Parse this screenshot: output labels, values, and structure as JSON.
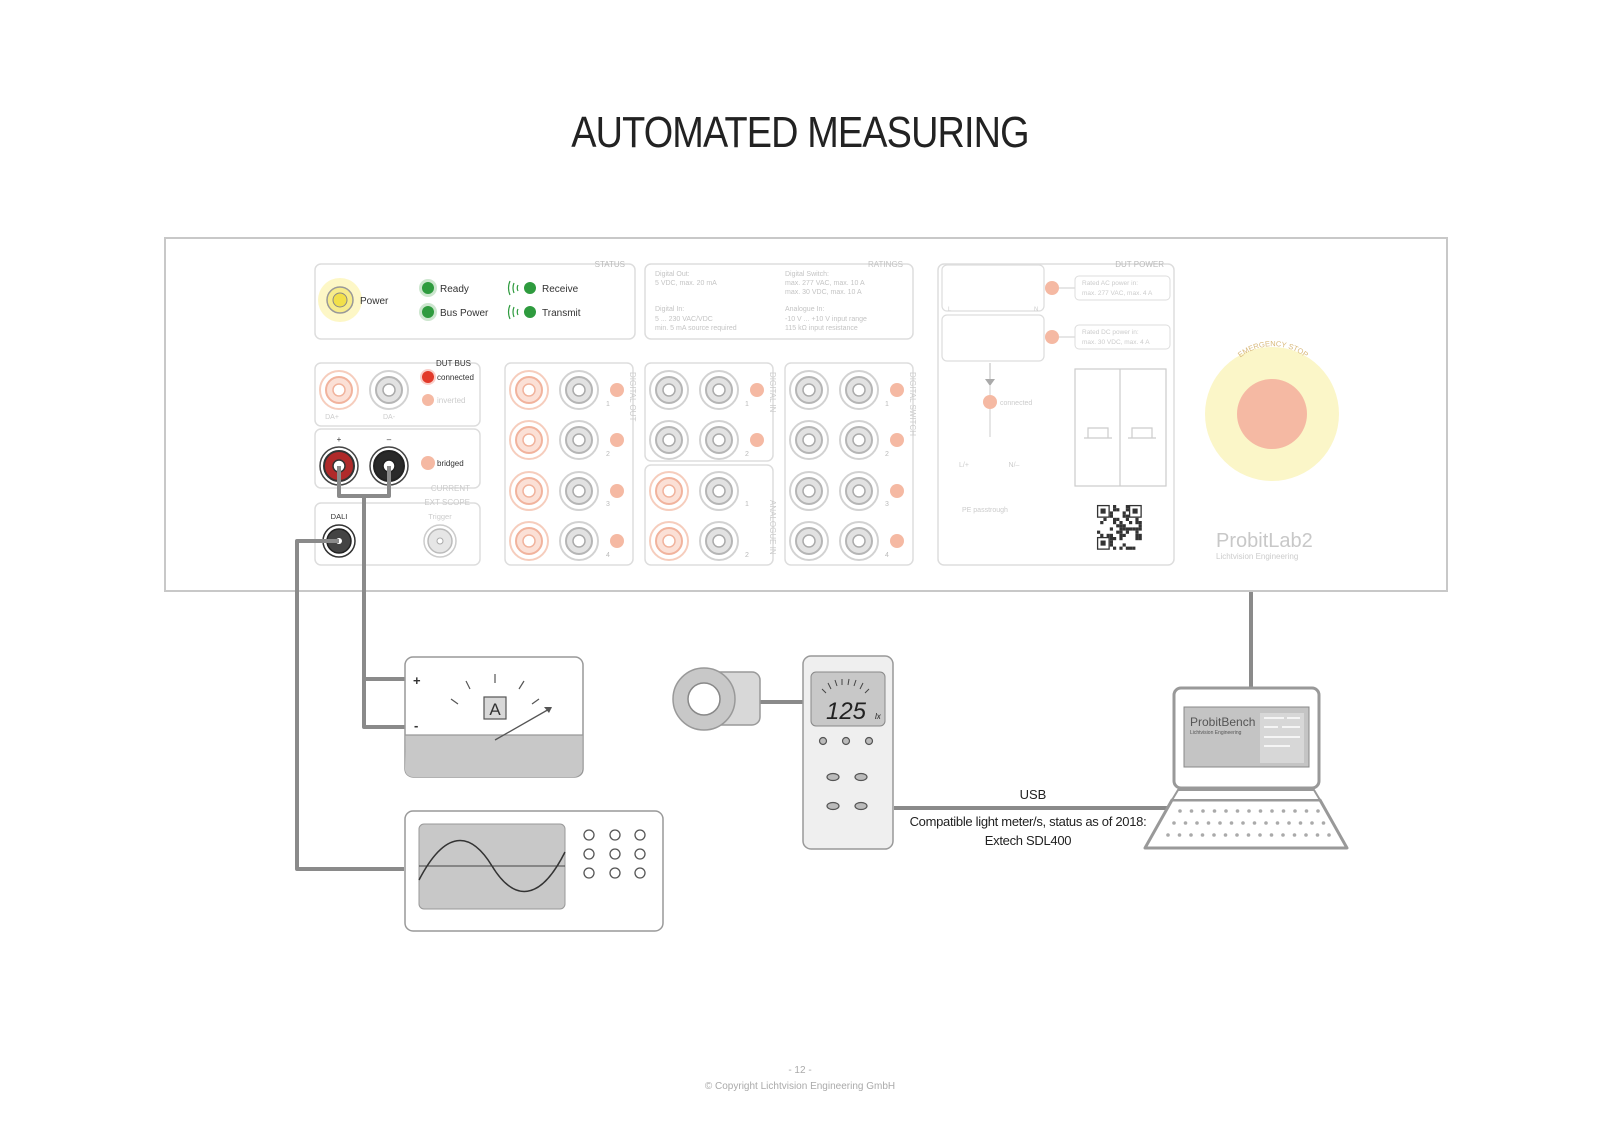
{
  "page": {
    "title": "AUTOMATED MEASURING",
    "page_number": "- 12 -",
    "copyright": "© Copyright Lichtvision Engineering GmbH"
  },
  "panel": {
    "status": {
      "title": "STATUS",
      "power": "Power",
      "ready": "Ready",
      "bus_power": "Bus Power",
      "receive": "Receive",
      "transmit": "Transmit"
    },
    "ratings": {
      "title": "RATINGS",
      "digital_out_1": "Digital Out:",
      "digital_out_2": "5 VDC, max. 20 mA",
      "digital_in_1": "Digital In:",
      "digital_in_2": "5 ... 230 VAC/VDC",
      "digital_in_3": "min. 5 mA source required",
      "digital_switch_1": "Digital Switch:",
      "digital_switch_2": "max. 277 VAC, max. 10 A",
      "digital_switch_3": "max. 30 VDC, max. 10 A",
      "analogue_in_1": "Analogue In:",
      "analogue_in_2": "-10 V ... +10 V input range",
      "analogue_in_3": "115 kΩ input resistance"
    },
    "dut_bus": {
      "title": "DUT BUS",
      "connected": "connected",
      "inverted": "inverted",
      "da_plus": "DA+",
      "da_minus": "DA-"
    },
    "current": {
      "title": "CURRENT",
      "plus": "+",
      "minus": "–",
      "bridged": "bridged"
    },
    "ext_scope": {
      "title": "EXT SCOPE",
      "trigger": "Trigger",
      "dali": "DALI"
    },
    "digital_out": {
      "title": "DIGITAL OUT",
      "nums": [
        "1",
        "2",
        "3",
        "4"
      ]
    },
    "digital_in": {
      "title": "DIGITAL IN",
      "nums": [
        "1",
        "2"
      ]
    },
    "analogue_in": {
      "title": "ANALOGUE IN",
      "nums": [
        "1",
        "2"
      ]
    },
    "digital_switch": {
      "title": "DIGITAL SWITCH",
      "nums": [
        "1",
        "2",
        "3",
        "4"
      ]
    },
    "dut_power": {
      "title": "DUT POWER",
      "l": "L",
      "n": "N",
      "ac_1": "Rated AC power in:",
      "ac_2": "max. 277 VAC, max. 4 A",
      "dc_1": "Rated DC power in:",
      "dc_2": "max. 30 VDC, max. 4 A",
      "connected": "connected",
      "l_plus": "L/+",
      "n_minus": "N/–",
      "pe": "PE passtrough"
    },
    "emergency": "EMERGENCY STOP",
    "brand": "ProbitLab2",
    "brand_sub": "Lichtvision Engineering"
  },
  "devices": {
    "ammeter_plus": "+",
    "ammeter_minus": "-",
    "ammeter_unit": "A",
    "lux_value": "125",
    "lux_unit": "lx",
    "usb": "USB",
    "meter_note_1": "Compatible light meter/s, status as of 2018:",
    "meter_note_2": "Extech SDL400",
    "laptop_app": "ProbitBench",
    "laptop_app_sub": "Lichtvision Engineering"
  },
  "colors": {
    "cable": "#8a8a8a",
    "panel_border": "#cfcfcf",
    "led_green": "#2e9b3e",
    "led_red": "#e23a2a",
    "led_salmon": "#f5b9a3",
    "power_led": "#f2e04a",
    "estop_red": "#f5b9a3",
    "estop_yellow": "#fbf6c8"
  }
}
